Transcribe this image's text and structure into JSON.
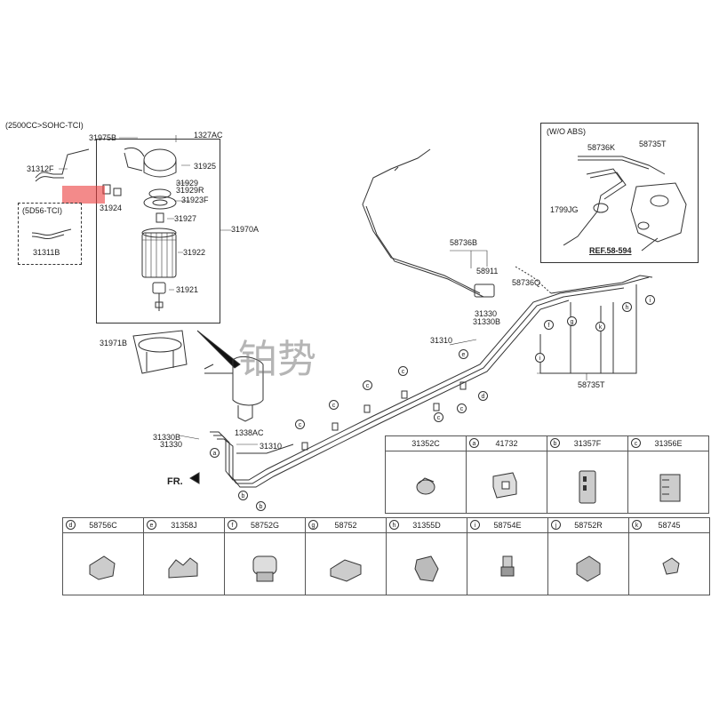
{
  "header": {
    "engine_note": "(2500CC>SOHC-TCI)"
  },
  "watermark": "铂势",
  "direction": "FR.",
  "dashed_box": {
    "title": "(5D56-TCI)",
    "part": "31311B"
  },
  "wo_abs": {
    "title": "(W/O ABS)",
    "ref": "REF.58-594",
    "parts": {
      "p58736K": "58736K",
      "p58735T": "58735T",
      "p1799JG": "1799JG"
    }
  },
  "filter_parts": {
    "p31975B": "31975B",
    "p1327AC": "1327AC",
    "p31312F": "31312F",
    "p31925": "31925",
    "p31929": "31929",
    "p31929R": "31929R",
    "p31923F": "31923F",
    "p31924": "31924",
    "p31927": "31927",
    "p31970A": "31970A",
    "p31922": "31922",
    "p31921": "31921",
    "p31971B": "31971B",
    "p1338AC": "1338AC",
    "p31330B_left": "31330B",
    "p31330_left": "31330",
    "p31310_left": "31310"
  },
  "main_parts": {
    "p58736B": "58736B",
    "p58911": "58911",
    "p58736Q": "58736Q",
    "p31330": "31330",
    "p31330B": "31330B",
    "p31310": "31310",
    "p58735T": "58735T"
  },
  "callouts": [
    "a",
    "b",
    "c",
    "d",
    "e",
    "f",
    "g",
    "h",
    "i",
    "j",
    "k"
  ],
  "grid_row1": [
    {
      "key": "",
      "part": "31352C"
    },
    {
      "key": "a",
      "part": "41732"
    },
    {
      "key": "b",
      "part": "31357F"
    },
    {
      "key": "c",
      "part": "31356E"
    }
  ],
  "grid_row2": [
    {
      "key": "d",
      "part": "58756C"
    },
    {
      "key": "e",
      "part": "31358J"
    },
    {
      "key": "f",
      "part": "58752G"
    },
    {
      "key": "g",
      "part": "58752"
    },
    {
      "key": "h",
      "part": "31355D"
    },
    {
      "key": "i",
      "part": "58754E"
    },
    {
      "key": "j",
      "part": "58752R"
    },
    {
      "key": "k",
      "part": "58745"
    }
  ],
  "colors": {
    "highlight": "#eb3c3c",
    "line": "#333333"
  }
}
